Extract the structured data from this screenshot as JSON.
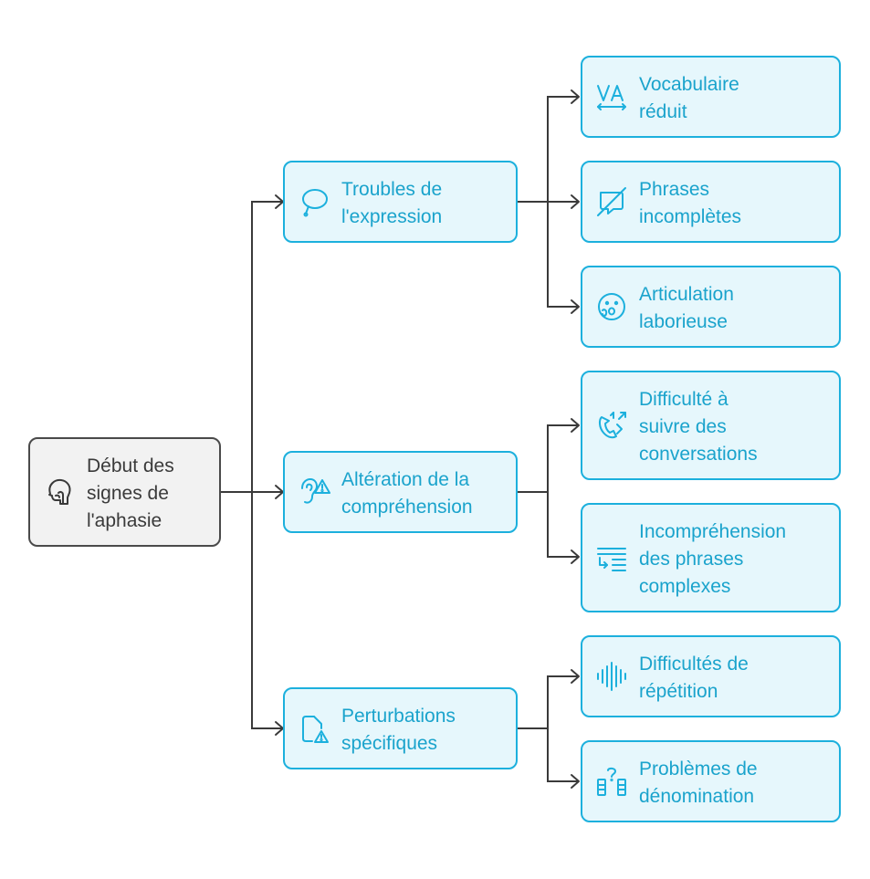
{
  "diagram": {
    "root": {
      "label": "Début des\nsignes de\nl'aphasie",
      "icon": "head-icon"
    },
    "branches": [
      {
        "label": "Troubles de\nl'expression",
        "icon": "speech-bubble-icon",
        "children": [
          {
            "label": "Vocabulaire\nréduit",
            "icon": "text-width-icon"
          },
          {
            "label": "Phrases\nincomplètes",
            "icon": "broken-message-icon"
          },
          {
            "label": "Articulation\nlaborieuse",
            "icon": "mouth-face-icon"
          }
        ]
      },
      {
        "label": "Altération de la\ncompréhension",
        "icon": "ear-warning-icon",
        "children": [
          {
            "label": "Difficulté à\nsuivre des\nconversations",
            "icon": "phone-arrow-icon"
          },
          {
            "label": "Incompréhension\ndes phrases\ncomplexes",
            "icon": "text-wrap-icon"
          }
        ]
      },
      {
        "label": "Perturbations\nspécifiques",
        "icon": "file-warning-icon",
        "children": [
          {
            "label": "Difficultés de\nrépétition",
            "icon": "sound-wave-icon"
          },
          {
            "label": "Problèmes de\ndénomination",
            "icon": "mystery-blocks-icon"
          }
        ]
      }
    ]
  },
  "colors": {
    "accent": "#1cb0dd",
    "accent_text": "#1aa3cc",
    "node_fill": "#e6f7fc",
    "root_border": "#4a4a4a",
    "root_fill": "#f2f2f2",
    "connector": "#3a3a3a"
  }
}
